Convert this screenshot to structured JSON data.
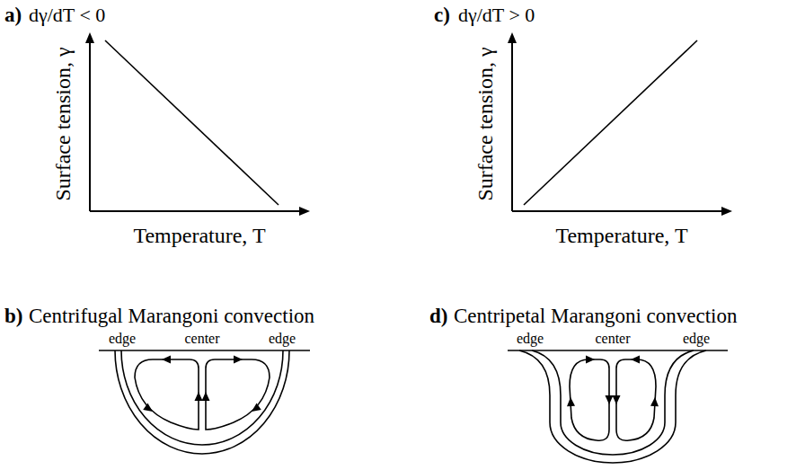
{
  "diagram": {
    "labels": [
      "a)",
      "dγ/dT < 0",
      "Surface tension, γ",
      "Temperature, T",
      "c)",
      "dγ/dT > 0",
      "Surface tension, γ",
      "Temperature, T",
      "b)",
      "Centrifugal Marangoni convection",
      "edge",
      "center",
      "edge",
      "d)",
      "Centripetal Marangoni convection",
      "edge",
      "center",
      "edge"
    ]
  }
}
